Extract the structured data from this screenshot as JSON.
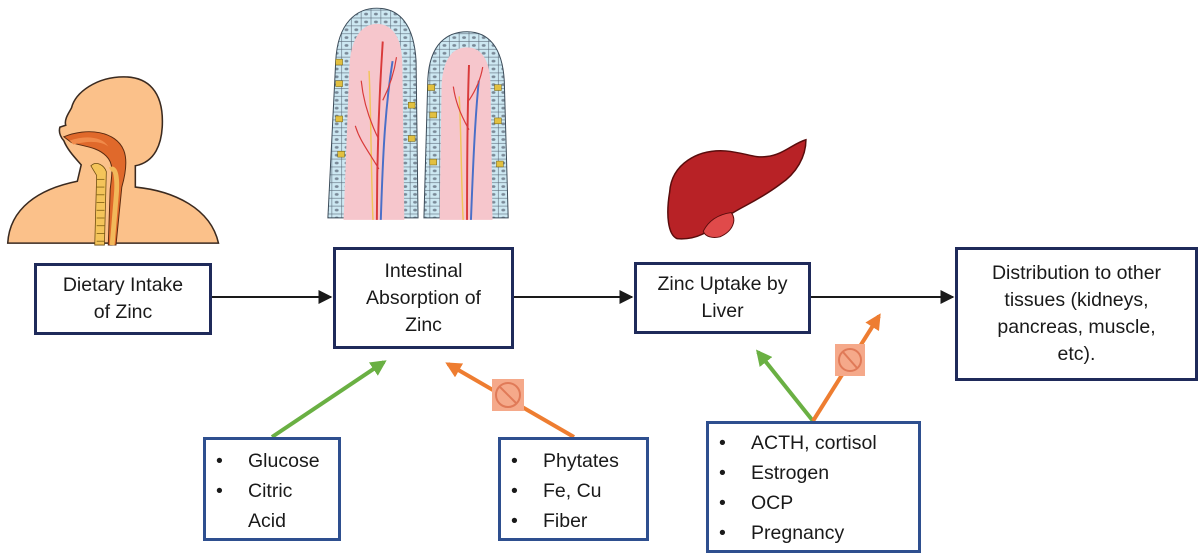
{
  "diagram": {
    "title": "Zinc absorption and distribution pathway",
    "colors": {
      "main_box_border": "#1f2a5a",
      "factor_box_border": "#2e4f8f",
      "flow_arrow": "#1a1a1a",
      "enhancer_arrow": "#6ab043",
      "inhibitor_arrow": "#ee7d31",
      "inhibitor_icon_fill": "#f5a98a"
    },
    "stages": [
      {
        "id": "dietary",
        "label": "Dietary Intake of Zinc",
        "lines": [
          "Dietary Intake",
          "of Zinc"
        ],
        "illustration": "head-digestive-tract-icon"
      },
      {
        "id": "intestinal",
        "label": "Intestinal Absorption of Zinc",
        "lines": [
          "Intestinal",
          "Absorption of",
          "Zinc"
        ],
        "illustration": "intestinal-villi-icon"
      },
      {
        "id": "liver",
        "label": "Zinc Uptake by Liver",
        "lines": [
          "Zinc Uptake by",
          "Liver"
        ],
        "illustration": "liver-icon"
      },
      {
        "id": "distribution",
        "label": "Distribution to other tissues (kidneys, pancreas, muscle, etc).",
        "lines": [
          "Distribution to other",
          "tissues (kidneys,",
          "pancreas, muscle,",
          "etc)."
        ]
      }
    ],
    "factors": [
      {
        "id": "enhancers-intestinal",
        "target": "intestinal",
        "effect": "enhances",
        "items": [
          {
            "bullet": "•",
            "text": "Glucose"
          },
          {
            "bullet": "•",
            "text": "Citric"
          },
          {
            "bullet": "",
            "text": "Acid"
          }
        ]
      },
      {
        "id": "inhibitors-intestinal",
        "target": "intestinal",
        "effect": "inhibits",
        "items": [
          {
            "bullet": "•",
            "text": "Phytates"
          },
          {
            "bullet": "•",
            "text": "Fe, Cu"
          },
          {
            "bullet": "•",
            "text": "Fiber"
          }
        ]
      },
      {
        "id": "modulators-liver",
        "target": "liver",
        "effect": "enhances and inhibits",
        "items": [
          {
            "bullet": "•",
            "text": "ACTH, cortisol"
          },
          {
            "bullet": "•",
            "text": "Estrogen"
          },
          {
            "bullet": "•",
            "text": "OCP"
          },
          {
            "bullet": "•",
            "text": "Pregnancy"
          }
        ]
      }
    ],
    "icons": {
      "inhibitor": "no-symbol-icon"
    }
  }
}
